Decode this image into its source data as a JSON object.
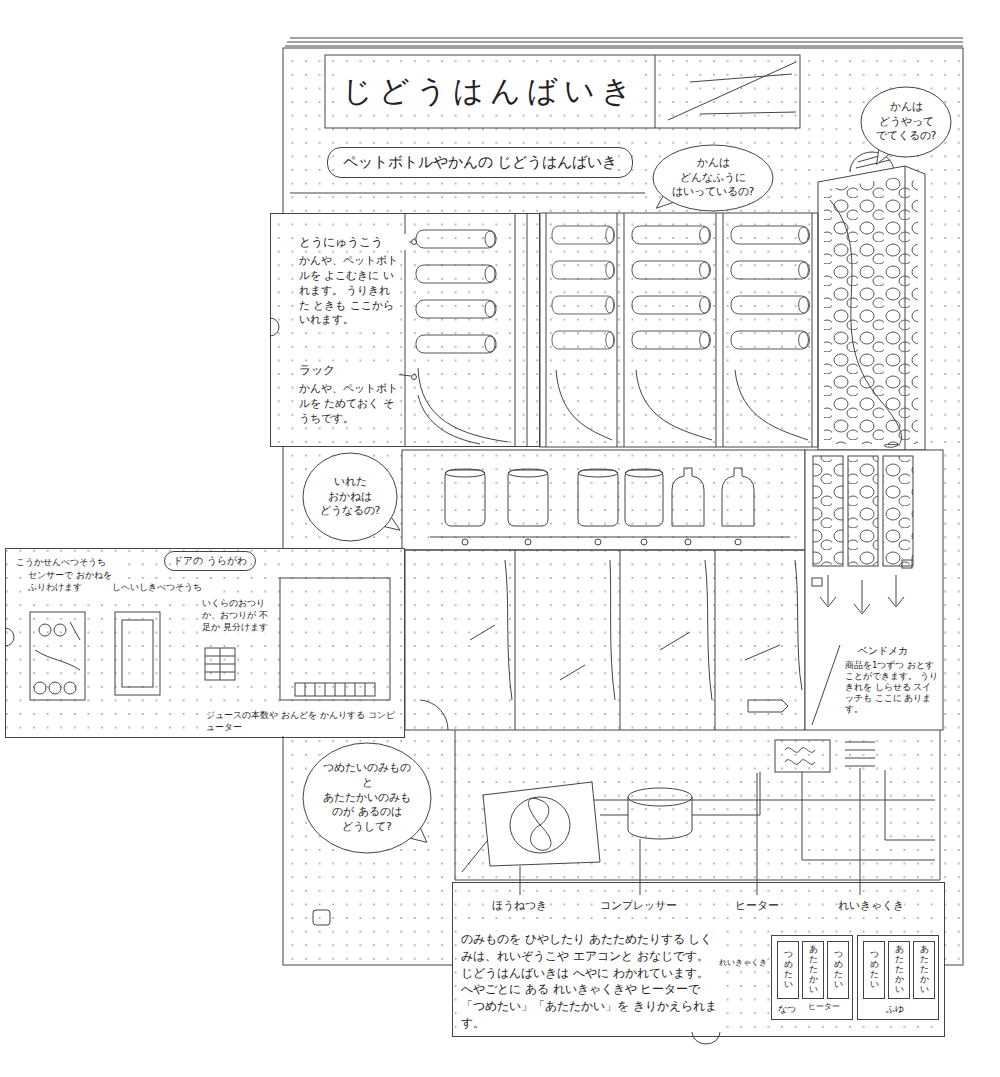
{
  "diagram": {
    "title": "じどうはんばいき",
    "nodes": [
      {
        "text": [
          "かんは どうやって でてくるの?"
        ]
      },
      {
        "text": [
          "ペットボトルやかんの じどうはんばいき"
        ]
      },
      {
        "text": [
          "かんは どんなふうに はいっているの?"
        ]
      },
      {
        "text": [
          "とうにゅうこう",
          "かんや、ペットボトルを よこむきに いれます。 うりきれた ときも ここから いれます。",
          "ラック",
          "かんや、ペットボトルを ためておく そうちです。"
        ]
      },
      {
        "text": [
          "いれた おかねは どうなるの?"
        ]
      },
      {
        "text": [
          "こうかせんべつそうち",
          "センサーで おかねを ふりわけます",
          "しへいしきべつそうち",
          "いくらのおつりか、おつりが 不足か 見分けます",
          "ジュースの本数や おんどを かんりする コンピューター"
        ]
      },
      {
        "text": [
          "ドアの うらがわ"
        ],
        "in": 5
      },
      {
        "text": [
          "つめたいのみものと あたたかいのみものが あるのは どうして?"
        ]
      },
      {
        "text": [
          "のみものを ひやしたり あたためたりする しくみは、れいぞうこや エアコンと おなじです。 じどうはんばいきは へやに わかれています。 へやごとに ある れいきゃくきや ヒーターで 「つめたい」「あたたかい」を きりかえられます。"
        ]
      },
      {
        "text": [
          "なつ"
        ],
        "in": 8
      },
      {
        "text": [
          "つめたい"
        ],
        "in": 9
      },
      {
        "text": [
          "あたたかい"
        ],
        "in": 9
      },
      {
        "text": [
          "つめたい"
        ],
        "in": 9
      },
      {
        "text": [
          "ふゆ"
        ],
        "in": 8
      },
      {
        "text": [
          "つめたい"
        ],
        "in": 13
      },
      {
        "text": [
          "あたたかい"
        ],
        "in": 13
      },
      {
        "text": [
          "あたたかい"
        ],
        "in": 13
      }
    ],
    "labels": [
      "ベンドメカ",
      "商品を1つずつ おとすことができます。 うりきれを しらせる スイッチも ここに あります。",
      "ほうねつき",
      "コンプレッサー",
      "ヒーター",
      "れいきゃくき",
      "れいきゃくき",
      "ヒーター"
    ]
  }
}
